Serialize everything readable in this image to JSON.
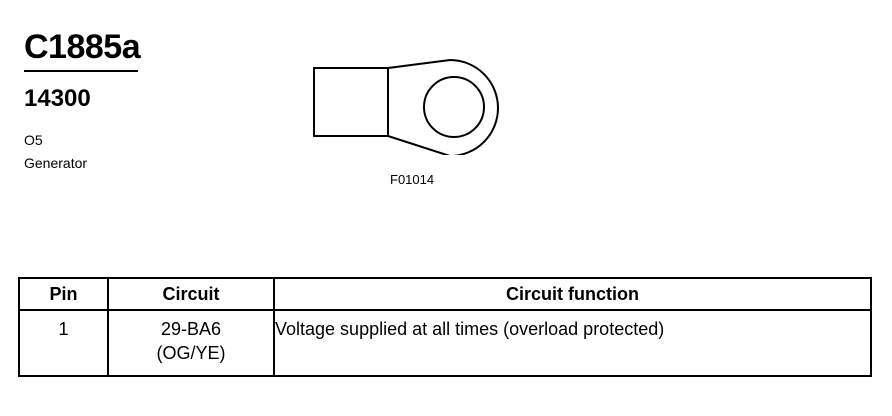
{
  "header": {
    "connector_id": "C1885a",
    "part_number": "14300",
    "location_code": "O5",
    "component": "Generator"
  },
  "figure": {
    "reference": "F01014"
  },
  "table": {
    "headers": {
      "pin": "Pin",
      "circuit": "Circuit",
      "function": "Circuit function"
    },
    "rows": [
      {
        "pin": "1",
        "circuit": "29-BA6",
        "wire_color": "(OG/YE)",
        "function": "Voltage supplied at all times (overload protected)"
      }
    ]
  }
}
